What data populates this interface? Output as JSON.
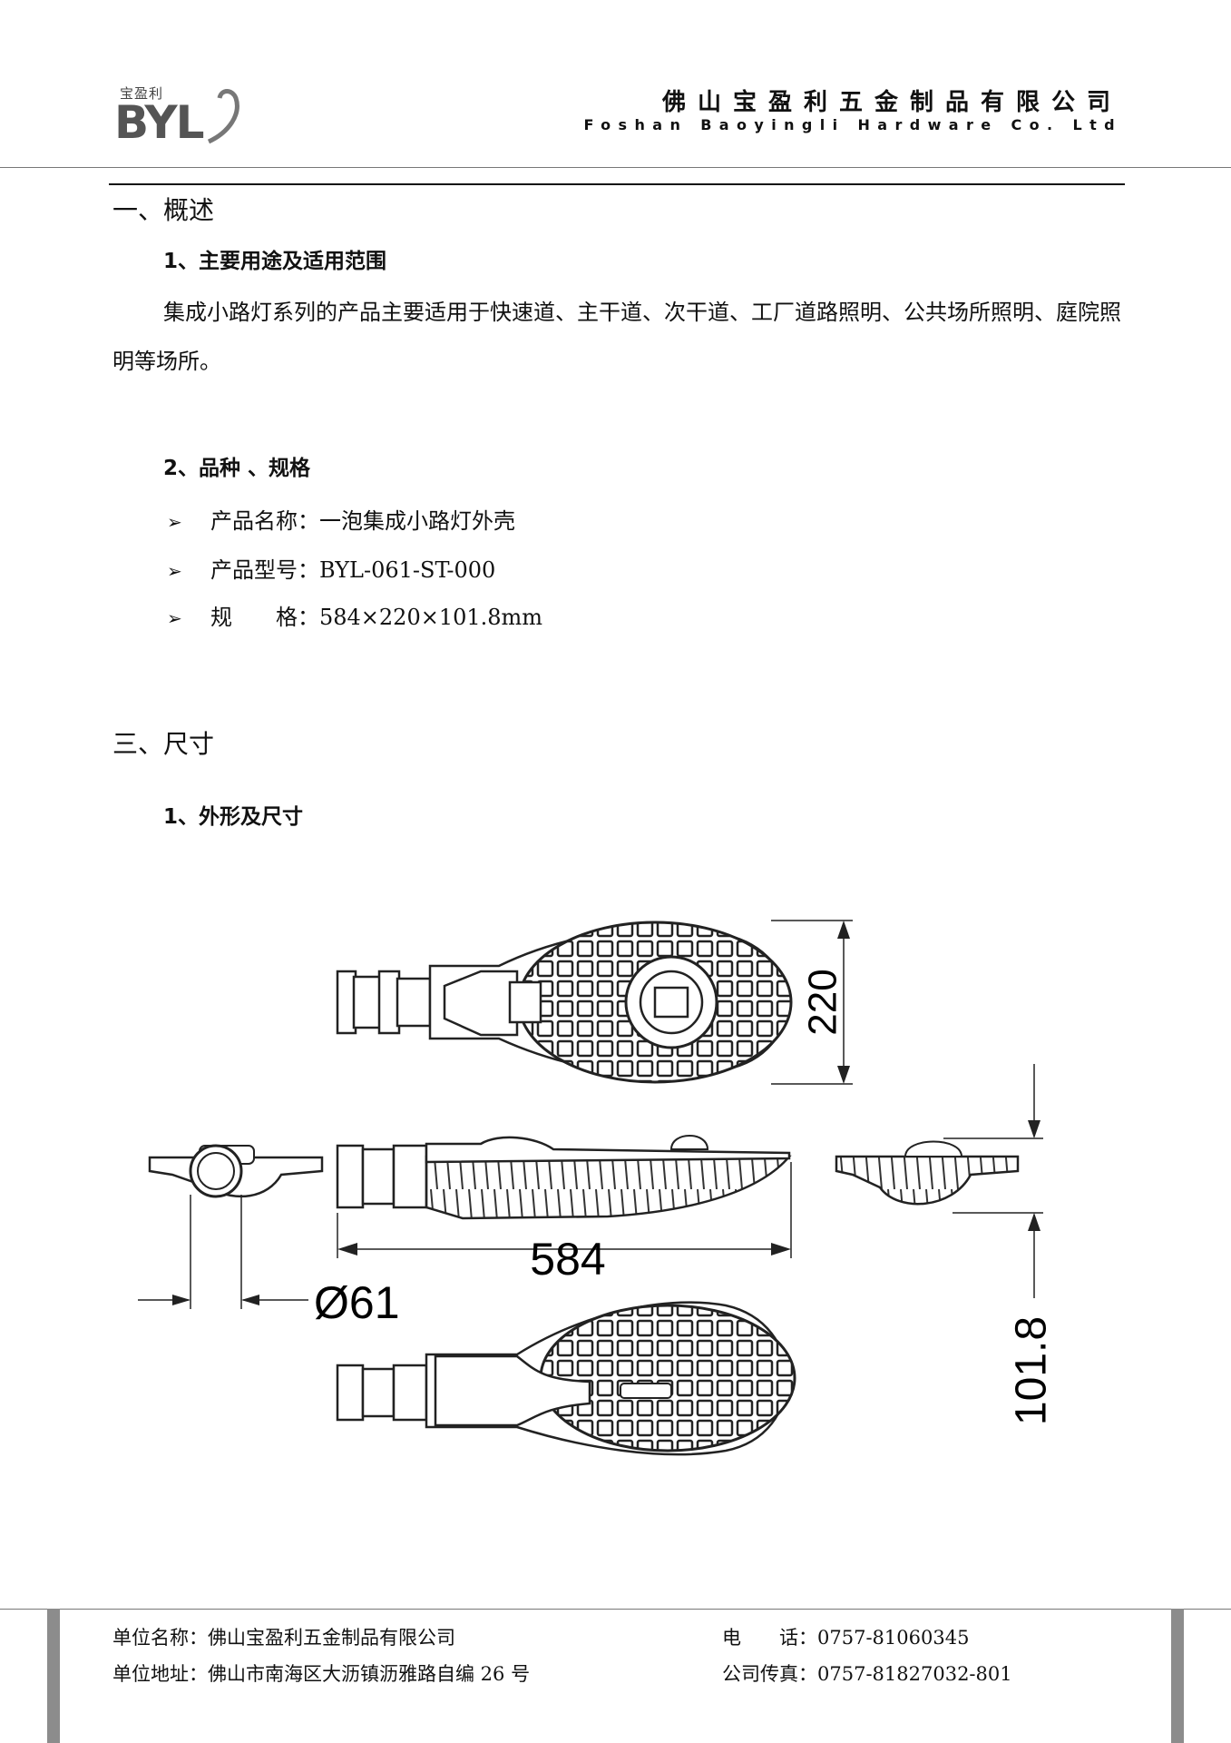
{
  "header": {
    "logo_small": "宝盈利",
    "logo_big": "BYL",
    "company_cn": "佛山宝盈利五金制品有限公司",
    "company_en": "Foshan Baoyingli Hardware Co. Ltd"
  },
  "section1": {
    "title": "一、概述",
    "sub1_title": "1、主要用途及适用范围",
    "sub1_body": "集成小路灯系列的产品主要适用于快速道、主干道、次干道、工厂道路照明、公共场所照明、庭院照明等场所。",
    "sub2_title": "2、品种 、规格",
    "bullets": [
      "产品名称：一泡集成小路灯外壳",
      "产品型号：BYL-061-ST-000",
      "规　　格：584×220×101.8mm"
    ]
  },
  "section3": {
    "title": "三、尺寸",
    "sub1_title": "1、外形及尺寸"
  },
  "drawing": {
    "dim_width": "220",
    "dim_length": "584",
    "dim_diameter": "Ø61",
    "dim_height": "101.8"
  },
  "footer": {
    "name": "单位名称：佛山宝盈利五金制品有限公司",
    "address": "单位地址：佛山市南海区大沥镇沥雅路自编 26 号",
    "phone": "电　　话：0757-81060345",
    "fax": "公司传真：0757-81827032-801"
  }
}
